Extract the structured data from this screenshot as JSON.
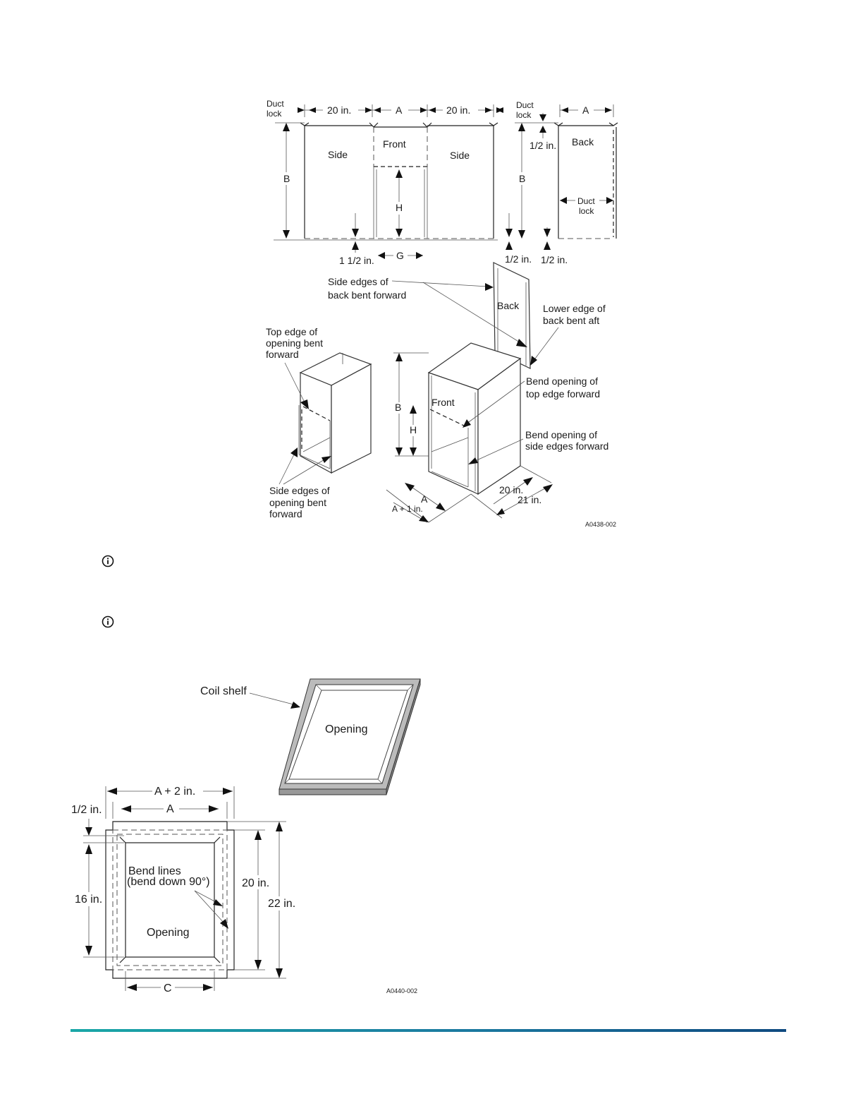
{
  "fig1": {
    "flat": {
      "duct_lock_left": [
        "Duct",
        "lock"
      ],
      "dim_20_left": "20 in.",
      "dim_a": "A",
      "dim_20_right": "20 in.",
      "duct_lock_right": [
        "Duct",
        "lock"
      ],
      "dim_a_back": "A",
      "side_left": "Side",
      "front": "Front",
      "side_right": "Side",
      "back": "Back",
      "b_left": "B",
      "b_right": "B",
      "h": "H",
      "half_in_top": "1/2 in.",
      "duct_lock_back": [
        "Duct",
        "lock"
      ],
      "one_half_in": "1 1/2 in.",
      "g": "G",
      "half_in_a": "1/2 in.",
      "half_in_b": "1/2 in."
    },
    "iso": {
      "side_edges_back": [
        "Side edges of",
        "back bent forward"
      ],
      "back": "Back",
      "lower_edge_back": [
        "Lower edge of",
        "back bent aft"
      ],
      "top_edge_opening": [
        "Top edge of",
        "opening bent",
        "forward"
      ],
      "bend_top_edge": [
        "Bend opening of",
        "top edge forward"
      ],
      "front": "Front",
      "b": "B",
      "h": "H",
      "bend_side_edges": [
        "Bend opening of",
        "side edges forward"
      ],
      "side_edges_opening": [
        "Side edges of",
        "opening bent",
        "forward"
      ],
      "a": "A",
      "a_plus_1": "A + 1 in.",
      "dim_20": "20 in.",
      "dim_21": "21 in."
    },
    "code": "A0438-002"
  },
  "fig2": {
    "coil_shelf": "Coil shelf",
    "opening_iso": "Opening",
    "a_plus_2": "A + 2 in.",
    "a": "A",
    "half_in": "1/2 in.",
    "bend_lines": [
      "Bend lines",
      "(bend down 90°)"
    ],
    "dim_20": "20 in.",
    "dim_22": "22 in.",
    "dim_16": "16 in.",
    "opening_flat": "Opening",
    "c": "C",
    "code": "A0440-002"
  },
  "icons": {
    "note_1": "info-icon",
    "note_2": "info-icon"
  },
  "colors": {
    "rule_start": "#1aa7a7",
    "rule_end": "#0f4a80"
  }
}
